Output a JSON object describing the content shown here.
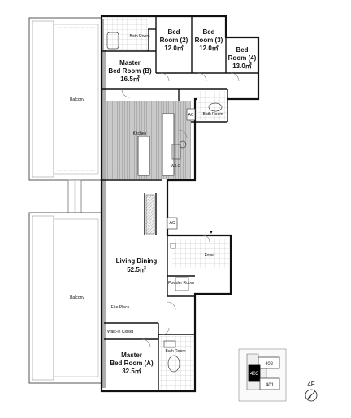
{
  "rooms": {
    "bed2": {
      "name": "Bed",
      "name2": "Room (2)",
      "size": "12.0㎡"
    },
    "bed3": {
      "name": "Bed",
      "name2": "Room (3)",
      "size": "12.0㎡"
    },
    "bed4": {
      "name": "Bed",
      "name2": "Room (4)",
      "size": "13.0㎡"
    },
    "master_b": {
      "name": "Master",
      "name2": "Bed Room (B)",
      "size": "16.5㎡"
    },
    "master_a": {
      "name": "Master",
      "name2": "Bed Room (A)",
      "size": "32.5㎡"
    },
    "living": {
      "name": "Living Dining",
      "size": "52.5㎡"
    }
  },
  "labels": {
    "balcony_top": "Balcony",
    "balcony_bottom": "Balcony",
    "kitchen": "Kitchen",
    "bath_room_top": "Bath Room",
    "bath_room_right": "Bath Room",
    "bath_room_bottom": "Bath Room",
    "wic": "W.I.C",
    "fire_place": "Fire Place",
    "walk_in_closet": "Walk-in Closet",
    "powder_room": "Powder Room",
    "foyer": "Foyer",
    "ac1": "AC",
    "ac2": "AC"
  },
  "key_plan": {
    "units": [
      "402",
      "403",
      "401"
    ],
    "floor": "4F"
  }
}
